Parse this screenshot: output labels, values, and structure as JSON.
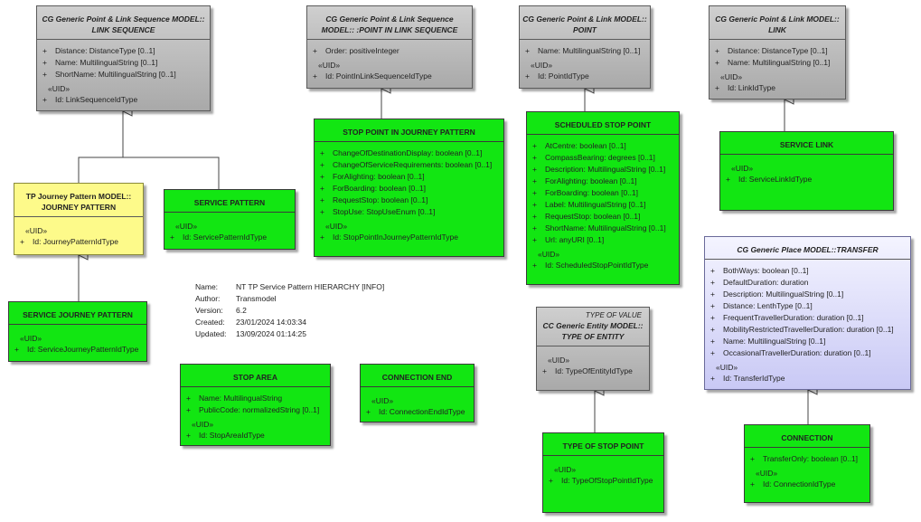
{
  "colors": {
    "concrete": "#12e612",
    "abstract": "#a9a9a9",
    "journey_pattern": "#fdfa8a",
    "transfer": "#c9c9f5"
  },
  "classes": {
    "link_sequence": {
      "title": "CG Generic Point & Link Sequence MODEL:: LINK SEQUENCE",
      "attrs": [
        "Distance: DistanceType [0..1]",
        "Name: MultilingualString [0..1]",
        "ShortName: MultilingualString [0..1]"
      ],
      "uid_label": "«UID»",
      "uid": "Id: LinkSequenceIdType"
    },
    "point_in_link_sequence": {
      "title": "CG Generic Point & Link Sequence MODEL:: :POINT IN LINK SEQUENCE",
      "attrs": [
        "Order: positiveInteger"
      ],
      "uid_label": "«UID»",
      "uid": "Id: PointInLinkSequenceIdType"
    },
    "point": {
      "title": "CG Generic Point & Link MODEL:: POINT",
      "attrs": [
        "Name: MultilingualString [0..1]"
      ],
      "uid_label": "«UID»",
      "uid": "Id: PointIdType"
    },
    "link": {
      "title": "CG Generic Point & Link MODEL:: LINK",
      "attrs": [
        "Distance: DistanceType [0..1]",
        "Name: MultilingualString [0..1]"
      ],
      "uid_label": "«UID»",
      "uid": "Id: LinkIdType"
    },
    "journey_pattern": {
      "title": "TP Journey Pattern MODEL:: JOURNEY PATTERN",
      "attrs": [],
      "uid_label": "«UID»",
      "uid": "Id: JourneyPatternIdType"
    },
    "service_pattern": {
      "title": "SERVICE PATTERN",
      "attrs": [],
      "uid_label": "«UID»",
      "uid": "Id: ServicePatternIdType"
    },
    "stop_point_in_jp": {
      "title": "STOP POINT IN JOURNEY PATTERN",
      "attrs": [
        "ChangeOfDestinationDisplay: boolean [0..1]",
        "ChangeOfServiceRequirements: boolean [0..1]",
        "ForAlighting: boolean [0..1]",
        "ForBoarding: boolean [0..1]",
        "RequestStop: boolean [0..1]",
        "StopUse: StopUseEnum [0..1]"
      ],
      "uid_label": "«UID»",
      "uid": "Id: StopPointInJourneyPatternIdType"
    },
    "scheduled_stop_point": {
      "title": "SCHEDULED STOP POINT",
      "attrs": [
        "AtCentre: boolean [0..1]",
        "CompassBearing: degrees [0..1]",
        "Description: MultilingualString [0..1]",
        "ForAlighting: boolean [0..1]",
        "ForBoarding: boolean [0..1]",
        "Label: MultilingualString [0..1]",
        "RequestStop: boolean [0..1]",
        "ShortName: MultilingualString [0..1]",
        "Url: anyURI [0..1]"
      ],
      "uid_label": "«UID»",
      "uid": "Id: ScheduledStopPointIdType"
    },
    "service_link": {
      "title": "SERVICE LINK",
      "attrs": [],
      "uid_label": "«UID»",
      "uid": "Id: ServiceLinkIdType"
    },
    "transfer": {
      "title": "CG Generic Place MODEL::TRANSFER",
      "attrs": [
        "BothWays: boolean [0..1]",
        "DefaultDuration: duration",
        "Description: MultilingualString [0..1]",
        "Distance: LenthType [0..1]",
        "FrequentTravellerDuration: duration [0..1]",
        "MobilityRestrictedTravellerDuration: duration [0..1]",
        "Name: MultilingualString [0..1]",
        "OccasionalTravellerDuration: duration [0..1]"
      ],
      "uid_label": "«UID»",
      "uid": "Id: TransferIdType"
    },
    "service_journey_pattern": {
      "title": "SERVICE JOURNEY PATTERN",
      "attrs": [],
      "uid_label": "«UID»",
      "uid": "Id: ServiceJourneyPatternIdType"
    },
    "stop_area": {
      "title": "STOP AREA",
      "attrs": [
        "Name: MultilingualString",
        "PublicCode: normalizedString [0..1]"
      ],
      "uid_label": "«UID»",
      "uid": "Id: StopAreaIdType"
    },
    "connection_end": {
      "title": "CONNECTION END",
      "attrs": [],
      "uid_label": "«UID»",
      "uid": "Id: ConnectionEndIdType"
    },
    "type_of_entity": {
      "stereotype": "TYPE OF VALUE",
      "title": "CC Generic Entity MODEL:: TYPE OF ENTITY",
      "attrs": [],
      "uid_label": "«UID»",
      "uid": "Id: TypeOfEntityIdType"
    },
    "type_of_stop_point": {
      "title": "TYPE OF STOP POINT",
      "attrs": [],
      "uid_label": "«UID»",
      "uid": "Id: TypeOfStopPointIdType"
    },
    "connection": {
      "title": "CONNECTION",
      "attrs": [
        "TransferOnly: boolean [0..1]"
      ],
      "uid_label": "«UID»",
      "uid": "Id: ConnectionIdType"
    }
  },
  "meta": {
    "name_label": "Name:",
    "name": "NT TP Service Pattern HIERARCHY [INFO]",
    "author_label": "Author:",
    "author": "Transmodel",
    "version_label": "Version:",
    "version": "6.2",
    "created_label": "Created:",
    "created": "23/01/2024 14:03:34",
    "updated_label": "Updated:",
    "updated": "13/09/2024 01:14:25"
  }
}
